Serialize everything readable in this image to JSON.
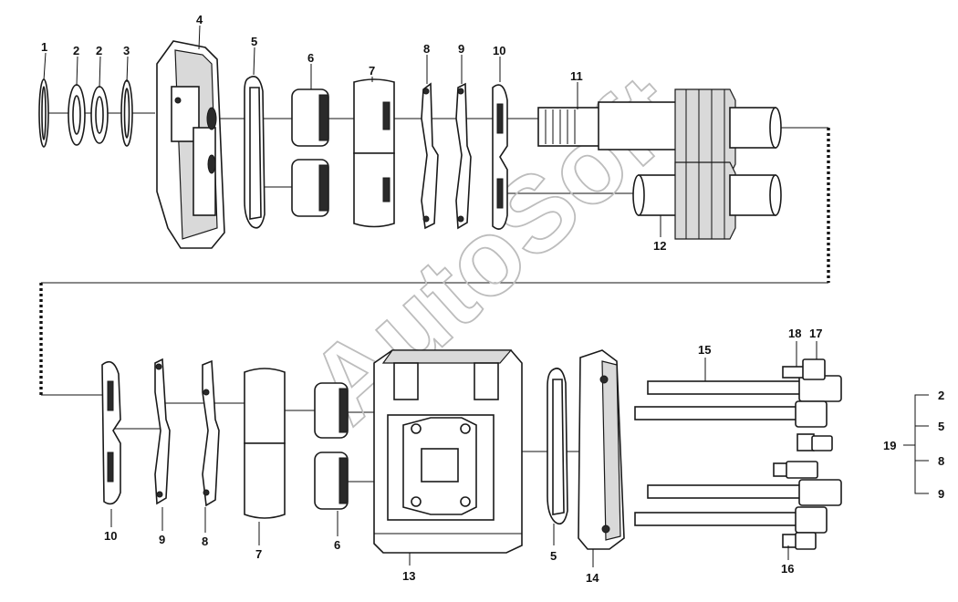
{
  "watermark": "AutoSoft",
  "labels": {
    "l1": "1",
    "l2a": "2",
    "l2b": "2",
    "l3": "3",
    "l4": "4",
    "l5a": "5",
    "l6a": "6",
    "l7a": "7",
    "l8a": "8",
    "l9a": "9",
    "l10a": "10",
    "l11": "11",
    "l12": "12",
    "l10b": "10",
    "l9b": "9",
    "l8b": "8",
    "l7b": "7",
    "l6b": "6",
    "l13": "13",
    "l5b": "5",
    "l14": "14",
    "l15": "15",
    "l16": "16",
    "l17": "17",
    "l18": "18"
  },
  "kit": {
    "label": "19",
    "items": [
      "2",
      "5",
      "8",
      "9"
    ]
  }
}
